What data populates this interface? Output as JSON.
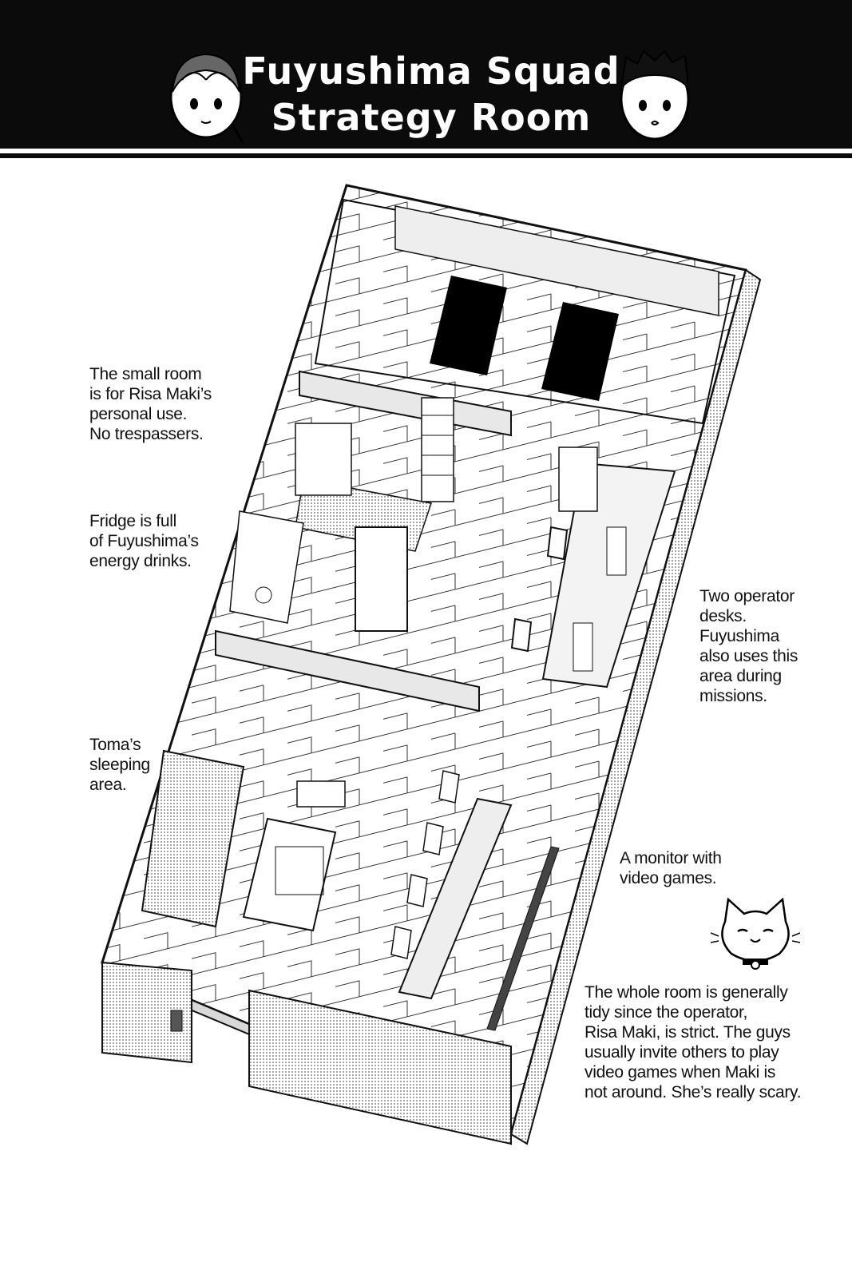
{
  "header": {
    "title_line1": "Fuyushima Squad",
    "title_line2": "Strategy Room",
    "left_face_icon": "character-face-icon",
    "right_face_icon": "character-face-icon"
  },
  "notes": {
    "risa_room": [
      "The small room",
      "is for Risa Maki’s",
      "personal use.",
      "No trespassers."
    ],
    "fridge": [
      "Fridge is full",
      "of Fuyushima’s",
      "energy drinks."
    ],
    "sleeping": [
      "Toma’s",
      "sleeping",
      "area."
    ],
    "operator_desks": [
      "Two operator",
      "desks.",
      "Fuyushima",
      "also uses this",
      "area during",
      "missions."
    ],
    "monitor": [
      "A monitor with",
      "video games."
    ],
    "tidy": [
      "The whole room is generally",
      "tidy since the operator,",
      "Risa Maki, is strict. The guys",
      "usually invite others to play",
      "video games when Maki is",
      "not around. She’s really scary."
    ]
  },
  "mascot_icon": "cat-mascot-icon",
  "colors": {
    "header_bg": "#0b0b0b",
    "header_text": "#ffffff",
    "line": "#222222",
    "wall_fill": "#d8d8d8"
  }
}
